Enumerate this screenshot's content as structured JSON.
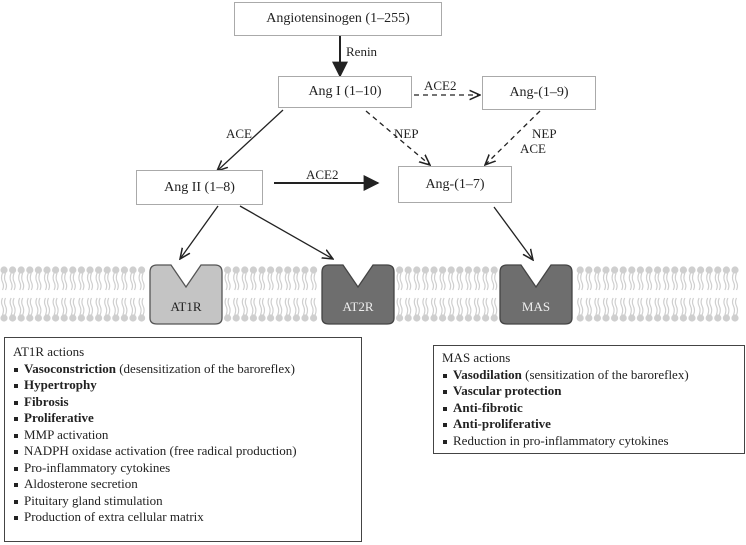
{
  "nodes": {
    "angiotensinogen": "Angiotensinogen (1–255)",
    "ang1": "Ang I (1–10)",
    "ang19": "Ang-(1–9)",
    "ang2": "Ang II (1–8)",
    "ang17": "Ang-(1–7)"
  },
  "edges": {
    "renin": "Renin",
    "ace2_top": "ACE2",
    "ace_left": "ACE",
    "nep_mid": "NEP",
    "nep_right": "NEP",
    "ace_right": "ACE",
    "ace2_mid": "ACE2"
  },
  "receptors": {
    "at1r": "AT1R",
    "at2r": "AT2R",
    "mas": "MAS"
  },
  "colors": {
    "at1r_fill": "#c4c4c4",
    "at2r_fill": "#6e6e6e",
    "mas_fill": "#6e6e6e",
    "membrane": "#cfcfcf"
  },
  "at1r_panel": {
    "title": "AT1R actions",
    "items": [
      {
        "lead": "Vasoconstriction",
        "rest": " (desensitization of the baroreflex)",
        "bold": true
      },
      {
        "lead": "Hypertrophy",
        "rest": "",
        "bold": true
      },
      {
        "lead": "Fibrosis",
        "rest": "",
        "bold": true
      },
      {
        "lead": "Proliferative",
        "rest": "",
        "bold": true
      },
      {
        "lead": "MMP activation",
        "rest": "",
        "bold": false
      },
      {
        "lead": "NADPH oxidase activation (free radical production)",
        "rest": "",
        "bold": false
      },
      {
        "lead": "Pro-inflammatory cytokines",
        "rest": "",
        "bold": false
      },
      {
        "lead": "Aldosterone secretion",
        "rest": "",
        "bold": false
      },
      {
        "lead": "Pituitary gland stimulation",
        "rest": "",
        "bold": false
      },
      {
        "lead": "Production of extra cellular matrix",
        "rest": "",
        "bold": false
      }
    ]
  },
  "mas_panel": {
    "title": "MAS actions",
    "items": [
      {
        "lead": "Vasodilation",
        "rest": " (sensitization of the baroreflex)",
        "bold": true
      },
      {
        "lead": "Vascular protection",
        "rest": "",
        "bold": true
      },
      {
        "lead": "Anti-fibrotic",
        "rest": "",
        "bold": true
      },
      {
        "lead": "Anti-proliferative",
        "rest": "",
        "bold": true
      },
      {
        "lead": "Reduction in pro-inflammatory cytokines",
        "rest": "",
        "bold": false
      }
    ]
  }
}
